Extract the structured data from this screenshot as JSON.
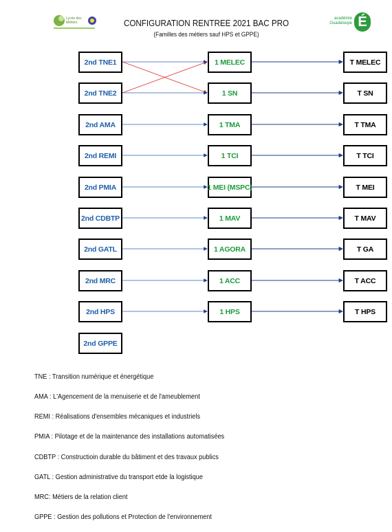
{
  "header": {
    "title": "CONFIGURATION RENTREE  2021 BAC PRO",
    "subtitle": "(Familles des métiers sauf HPS et GPPE)",
    "logo_left_text": "Lycée des Métiers",
    "logo_right_text": "académie Guadeloupe",
    "logo_right_mark": "É"
  },
  "colors": {
    "second_year": "#1f5fa8",
    "first_year": "#1e9a3c",
    "terminale": "#000000",
    "arrow_blue": "#2b5fb0",
    "arrow_red": "#e0302a"
  },
  "columns": {
    "second": [
      "2nd TNE1",
      "2nd TNE2",
      "2nd AMA",
      "2nd REMI",
      "2nd PMIA",
      "2nd CDBTP",
      "2nd GATL",
      "2nd MRC",
      "2nd HPS",
      "2nd GPPE"
    ],
    "first": [
      "1 MELEC",
      "1 SN",
      "1 TMA",
      "1 TCI",
      "1 MEI (MSPC)",
      "1 MAV",
      "1 AGORA",
      "1 ACC",
      "1 HPS"
    ],
    "terminale": [
      "T MELEC",
      "T SN",
      "T TMA",
      "T TCI",
      "T MEI",
      "T MAV",
      "T GA",
      "T ACC",
      "T HPS"
    ]
  },
  "legend": [
    "TNE : Transition numérique et énergétique",
    "AMA : L'Agencement de la menuiserie et de l'ameublement",
    "REMI : Réalisations d'ensembles mécaniques et industriels",
    "PMIA : Pilotage et de la maintenance des installations automatisées",
    "CDBTP : Constructioin durable du bâtiment et des travaux publics",
    "GATL : Gestion administrative du transport etde la logistique",
    "MRC: Métiers de la relation client",
    "GPPE : Gestion des pollutions et Protection de l'environnement"
  ]
}
